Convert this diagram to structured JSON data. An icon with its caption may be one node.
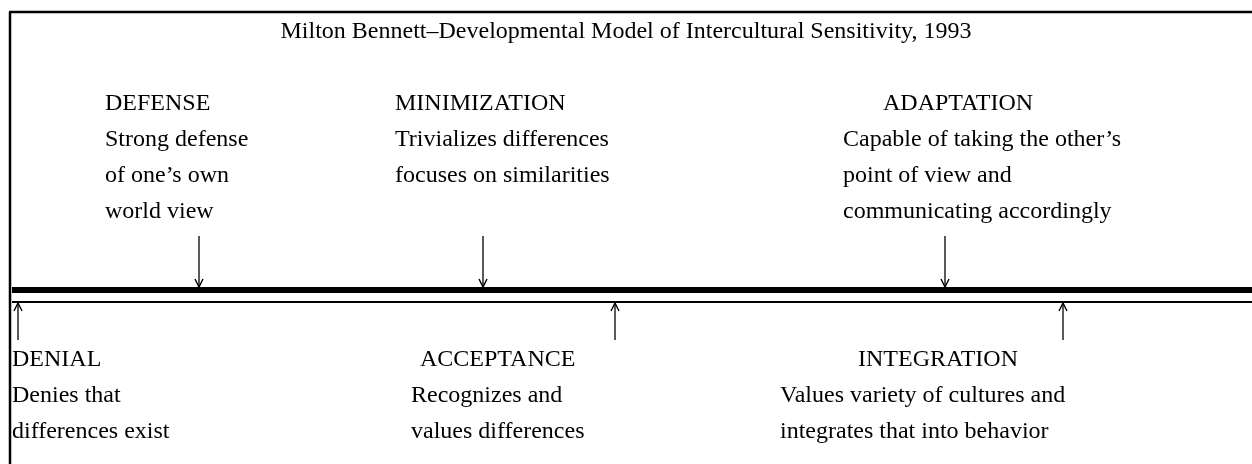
{
  "diagram": {
    "title": "Milton Bennett–Developmental Model of Intercultural Sensitivity, 1993",
    "nodes": [
      {
        "text": [
          "DEFENSE",
          "Strong defense of one’s own world view"
        ]
      },
      {
        "text": [
          "MINIMIZATION",
          "Trivializes differences focuses on similarities"
        ]
      },
      {
        "text": [
          "ADAPTATION",
          "Capable of taking the other’s point of view and communicating accordingly"
        ]
      },
      {
        "text": [],
        "shape": "bar"
      },
      {
        "text": [
          "DENIAL",
          "Denies that differences exist"
        ]
      },
      {
        "text": [
          "ACCEPTANCE",
          "Recognizes and values differences"
        ]
      },
      {
        "text": [
          "INTEGRATION",
          "Values variety of cultures and integrates that into behavior"
        ]
      }
    ],
    "edges": [
      {
        "from": 0,
        "to": 3,
        "arrow": "to"
      },
      {
        "from": 1,
        "to": 3,
        "arrow": "to"
      },
      {
        "from": 2,
        "to": 3,
        "arrow": "to"
      },
      {
        "from": 4,
        "to": 3,
        "arrow": "to"
      },
      {
        "from": 5,
        "to": 3,
        "arrow": "to"
      },
      {
        "from": 6,
        "to": 3,
        "arrow": "to"
      }
    ]
  }
}
